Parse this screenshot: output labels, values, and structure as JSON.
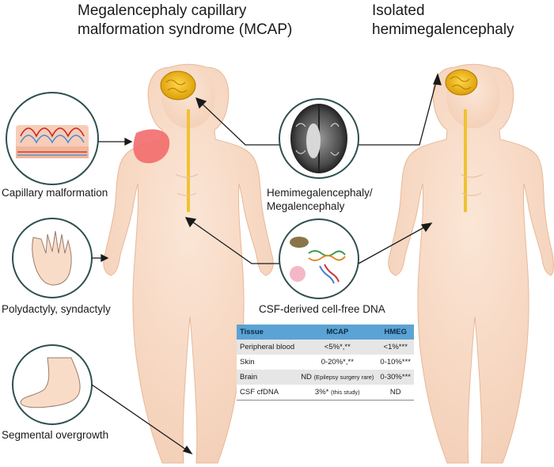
{
  "titles": {
    "left": "Megalencephaly capillary malformation syndrome (MCAP)",
    "right": "Isolated hemimegalencephaly"
  },
  "labels": {
    "capillary": "Capillary malformation",
    "polydactyly": "Polydactyly, syndactyly",
    "segmental": "Segmental overgrowth",
    "hemimeg_line1": "Hemimegalencephaly/",
    "hemimeg_line2": "Megalencephaly",
    "csf": "CSF-derived cell-free DNA"
  },
  "table": {
    "headers": [
      "Tissue",
      "MCAP",
      "HMEG"
    ],
    "rows": [
      {
        "tissue": "Peripheral blood",
        "mcap": "<5%*,**",
        "mcap_note": "",
        "hmeg": "<1%***"
      },
      {
        "tissue": "Skin",
        "mcap": "0-20%*,**",
        "mcap_note": "",
        "hmeg": "0-10%***"
      },
      {
        "tissue": "Brain",
        "mcap": "ND",
        "mcap_note": "(Epilepsy surgery rare)",
        "hmeg": "0-30%***"
      },
      {
        "tissue": "CSF cfDNA",
        "mcap": "3%*",
        "mcap_note": "(this study)",
        "hmeg": "ND"
      }
    ]
  },
  "colors": {
    "skin": "#f9dcc8",
    "skin_shadow": "#efc4a8",
    "brain": "#f2b800",
    "spine": "#f0c230",
    "capillary_patch": "#f26b6b",
    "table_header": "#5ba3d4",
    "inset_border": "#2f4f4f"
  }
}
